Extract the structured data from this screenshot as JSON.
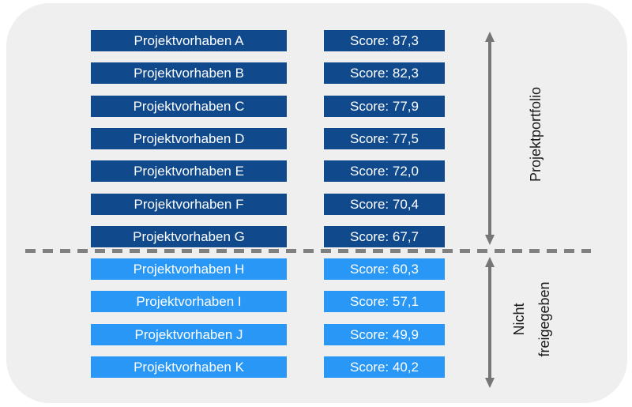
{
  "projects": [
    {
      "name": "Projektvorhaben A",
      "score_label": "Score: 87,3",
      "score": 87.3,
      "group": "Projektportfolio"
    },
    {
      "name": "Projektvorhaben B",
      "score_label": "Score: 82,3",
      "score": 82.3,
      "group": "Projektportfolio"
    },
    {
      "name": "Projektvorhaben C",
      "score_label": "Score: 77,9",
      "score": 77.9,
      "group": "Projektportfolio"
    },
    {
      "name": "Projektvorhaben D",
      "score_label": "Score: 77,5",
      "score": 77.5,
      "group": "Projektportfolio"
    },
    {
      "name": "Projektvorhaben E",
      "score_label": "Score: 72,0",
      "score": 72.0,
      "group": "Projektportfolio"
    },
    {
      "name": "Projektvorhaben F",
      "score_label": "Score: 70,4",
      "score": 70.4,
      "group": "Projektportfolio"
    },
    {
      "name": "Projektvorhaben G",
      "score_label": "Score: 67,7",
      "score": 67.7,
      "group": "Projektportfolio"
    },
    {
      "name": "Projektvorhaben H",
      "score_label": "Score: 60,3",
      "score": 60.3,
      "group": "Nicht freigegeben"
    },
    {
      "name": "Projektvorhaben I",
      "score_label": "Score: 57,1",
      "score": 57.1,
      "group": "Nicht freigegeben"
    },
    {
      "name": "Projektvorhaben J",
      "score_label": "Score: 49,9",
      "score": 49.9,
      "group": "Nicht freigegeben"
    },
    {
      "name": "Projektvorhaben K",
      "score_label": "Score: 40,2",
      "score": 40.2,
      "group": "Nicht freigegeben"
    }
  ],
  "labels": {
    "portfolio": "Projektportfolio",
    "not_released_line1": "Nicht",
    "not_released_line2": "freigegeben"
  },
  "colors": {
    "portfolio_bar": "#114a8c",
    "not_released_bar": "#2997f5",
    "bar_text": "#ffffff",
    "panel_background": "#efefef",
    "divider": "#808080",
    "arrow": "#767676",
    "label_text": "#1a1a1a"
  }
}
